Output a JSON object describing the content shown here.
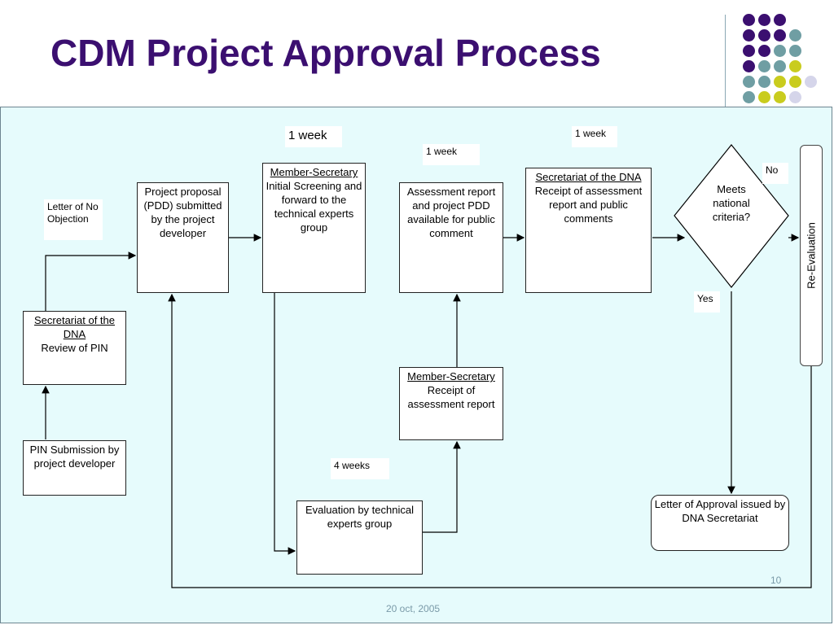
{
  "slide": {
    "title": "CDM Project Approval Process",
    "slide_number": "10",
    "footer_date": "20 oct, 2005"
  },
  "boxes": {
    "pin_submission": "PIN Submission by project developer",
    "secretariat_review_title": "Secretariat of the DNA",
    "secretariat_review_text": "Review of PIN",
    "project_proposal": "Project proposal (PDD) submitted by the project developer",
    "member_secretary_title": "Member-Secretary",
    "member_secretary_text": "Initial Screening and forward to the technical experts group",
    "assessment_report": "Assessment report and project PDD available for public comment",
    "secretariat_receipt_title": "Secretariat of the DNA",
    "secretariat_receipt_text": "Receipt of assessment report and public comments",
    "member_secretary_receipt_title": "Member-Secretary",
    "member_secretary_receipt_text": "Receipt of assessment report",
    "evaluation": "Evaluation by technical experts group",
    "letter_of_approval": "Letter of Approval issued by DNA Secretariat",
    "decision": "Meets national criteria?",
    "re_evaluation": "Re-Evaluation"
  },
  "labels": {
    "letter_no_objection": "Letter of No Objection",
    "week_top": "1 week",
    "week_small_1": "1 week",
    "week_small_2": "1 week",
    "four_weeks": "4 weeks",
    "no": "No",
    "yes": "Yes"
  },
  "colors": {
    "title": "#3b0f70",
    "panel_bg": "#e6fbfc",
    "dot_purple": "#3b0f70",
    "dot_teal": "#6f9ea3",
    "dot_yellow": "#c9cc1e",
    "dot_lavender": "#d5d5ea",
    "dot_pale": "#dde9f0"
  }
}
